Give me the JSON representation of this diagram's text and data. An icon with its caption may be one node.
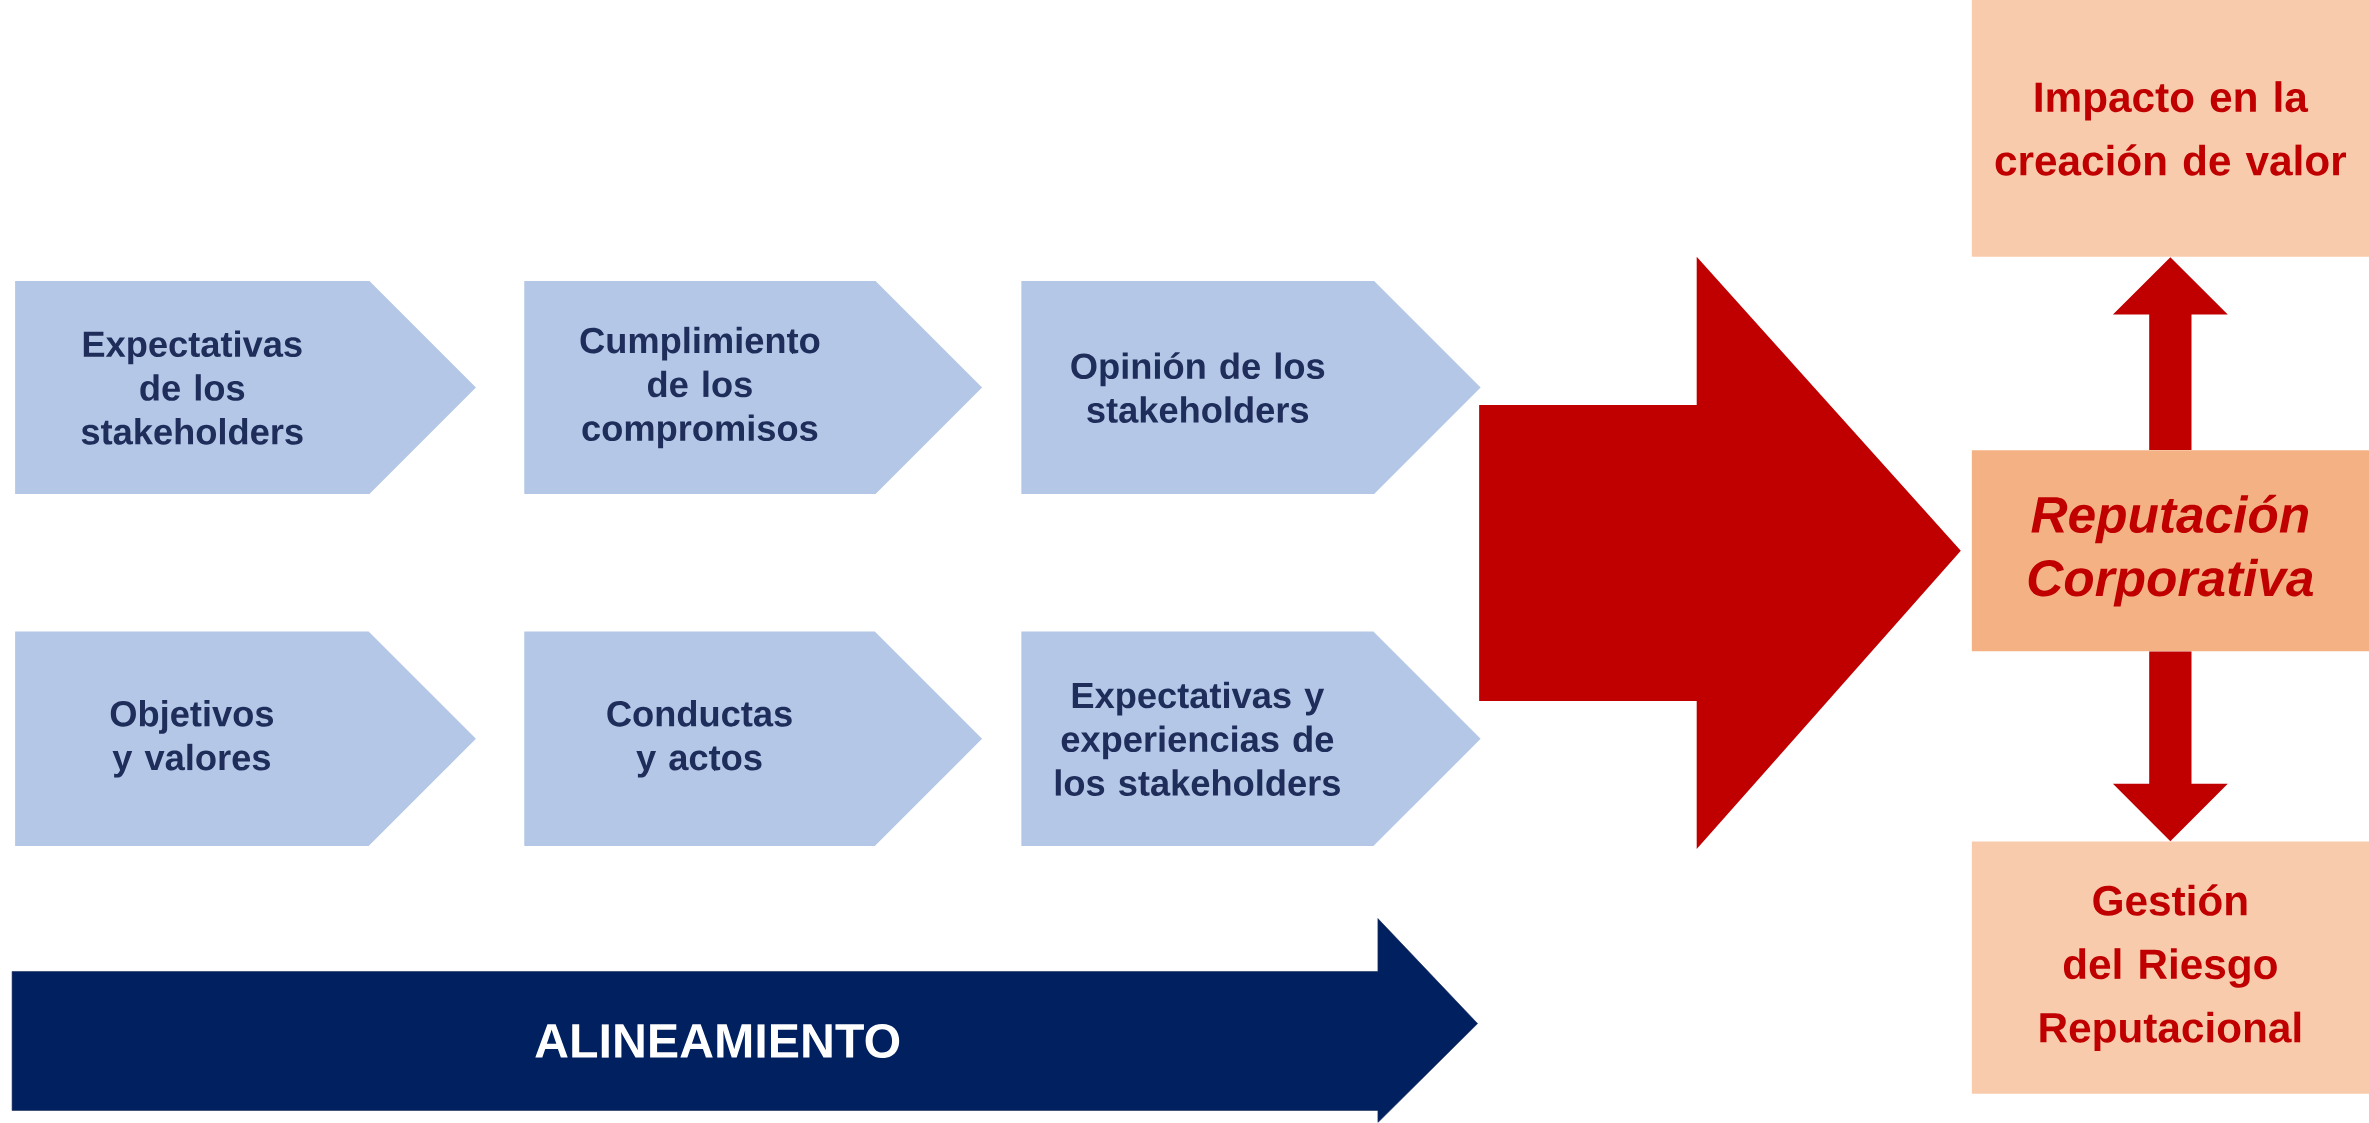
{
  "diagram": {
    "nodes": [
      {
        "text": [
          "Expectativas de los stakeholders"
        ]
      },
      {
        "text": [
          "Cumplimiento de los compromisos"
        ]
      },
      {
        "text": [
          "Opinión de los stakeholders"
        ]
      },
      {
        "text": [
          "Objetivos y valores"
        ]
      },
      {
        "text": [
          "Conductas y actos"
        ]
      },
      {
        "text": [
          "Expectativas y experiencias de los stakeholders"
        ]
      },
      {
        "text": [
          "ALINEAMIENTO"
        ]
      },
      {
        "text": [
          "Impacto en la creación de valor"
        ]
      },
      {
        "text": [
          "Reputación Corporativa"
        ]
      },
      {
        "text": [
          "Gestión del Riesgo Reputacional"
        ]
      }
    ],
    "edges": [
      {
        "from": null,
        "to": 8,
        "arrow": "to",
        "style": "thick"
      },
      {
        "from": 8,
        "to": 7,
        "arrow": "to",
        "style": "thick"
      },
      {
        "from": 8,
        "to": 9,
        "arrow": "to",
        "style": "thick"
      }
    ]
  }
}
